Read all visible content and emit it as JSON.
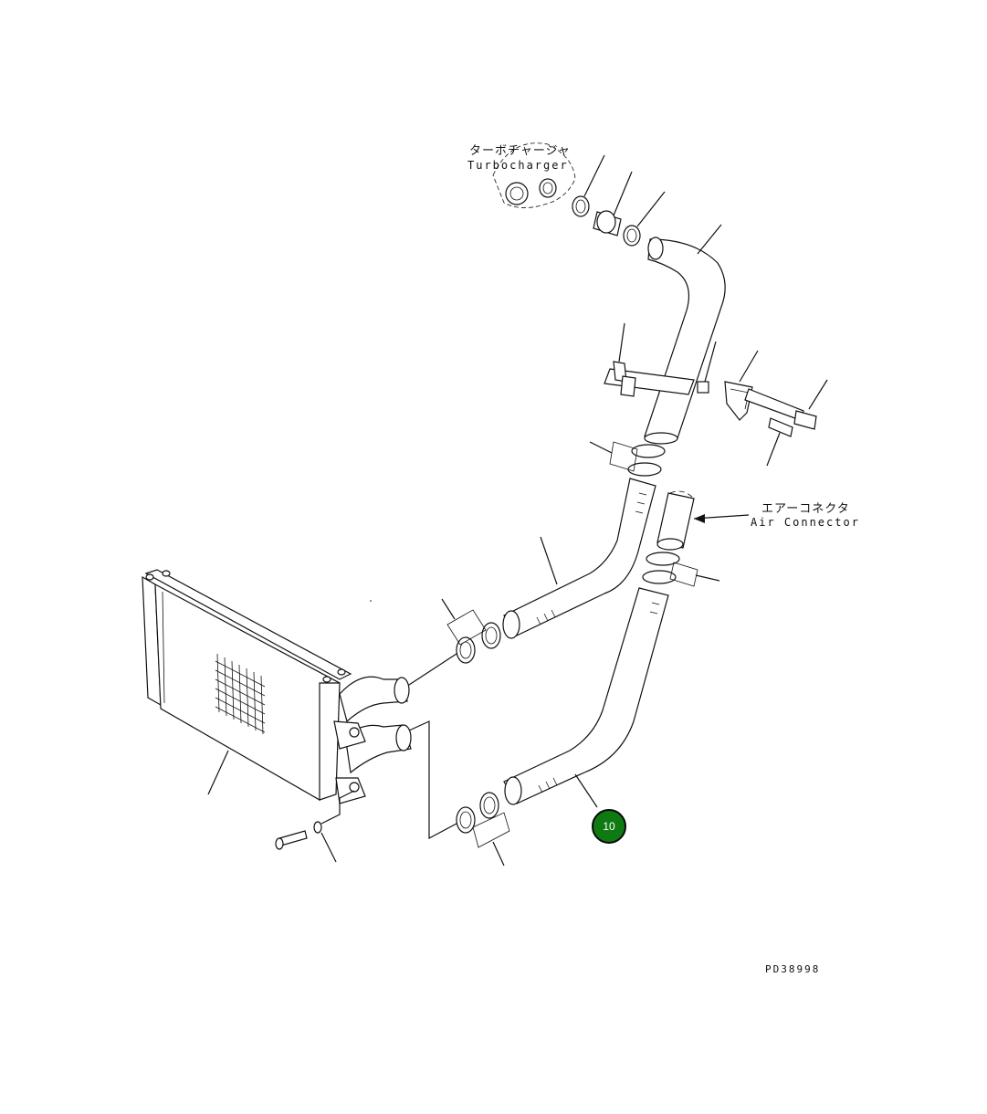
{
  "labels": {
    "turbocharger_jp": "ターボチャージャ",
    "turbocharger_en": "Turbocharger",
    "air_connector_jp": "エアーコネクタ",
    "air_connector_en": "Air Connector",
    "drawing_number": "PD38998"
  },
  "callouts": [
    {
      "number": "10",
      "color": "#0f7a12"
    }
  ]
}
